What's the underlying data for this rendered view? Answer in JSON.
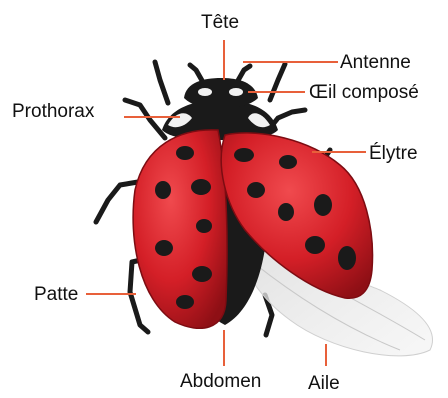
{
  "labels": {
    "head": "Tête",
    "antenna": "Antenne",
    "compound_eye": "Œil composé",
    "prothorax": "Prothorax",
    "elytron": "Élytre",
    "leg": "Patte",
    "abdomen": "Abdomen",
    "wing": "Aile"
  },
  "colors": {
    "leader_line": "#e8603a",
    "elytra_red": "#d41f27",
    "body_black": "#1a1a1a",
    "label_text": "#111111"
  }
}
